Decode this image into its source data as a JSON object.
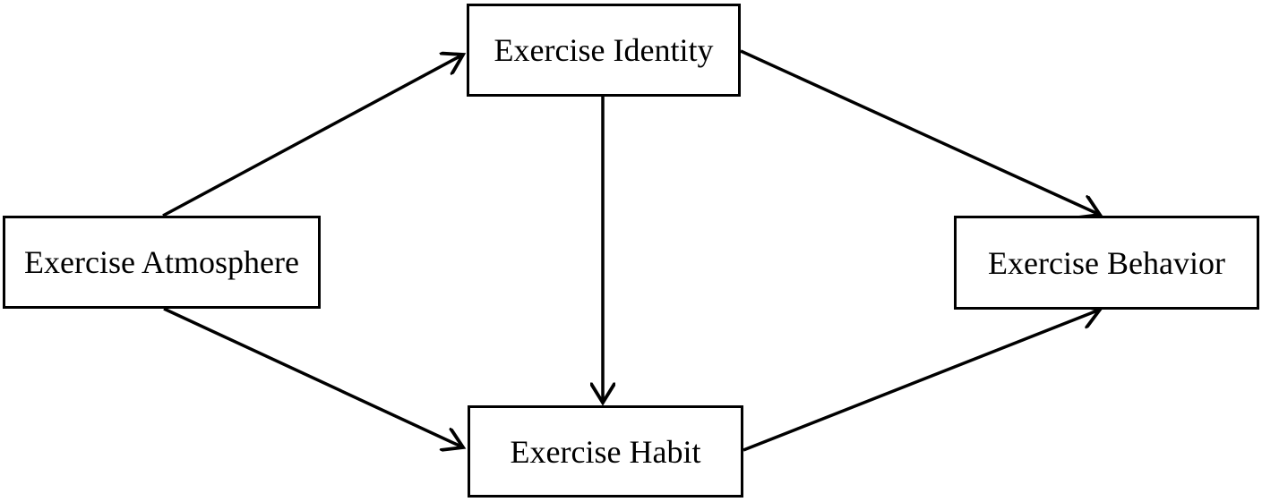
{
  "diagram": {
    "type": "path-model",
    "background_color": "#ffffff",
    "line_color": "#000000",
    "text_color": "#000000",
    "nodes": [
      {
        "id": "exercise-atmosphere",
        "label": "Exercise Atmosphere"
      },
      {
        "id": "exercise-identity",
        "label": "Exercise Identity"
      },
      {
        "id": "exercise-habit",
        "label": "Exercise Habit"
      },
      {
        "id": "exercise-behavior",
        "label": "Exercise Behavior"
      }
    ],
    "edges": [
      {
        "from": "exercise-atmosphere",
        "to": "exercise-identity",
        "style": "arrow"
      },
      {
        "from": "exercise-atmosphere",
        "to": "exercise-habit",
        "style": "arrow"
      },
      {
        "from": "exercise-identity",
        "to": "exercise-behavior",
        "style": "arrow"
      },
      {
        "from": "exercise-identity",
        "to": "exercise-habit",
        "style": "arrow"
      },
      {
        "from": "exercise-habit",
        "to": "exercise-behavior",
        "style": "arrow"
      }
    ]
  }
}
